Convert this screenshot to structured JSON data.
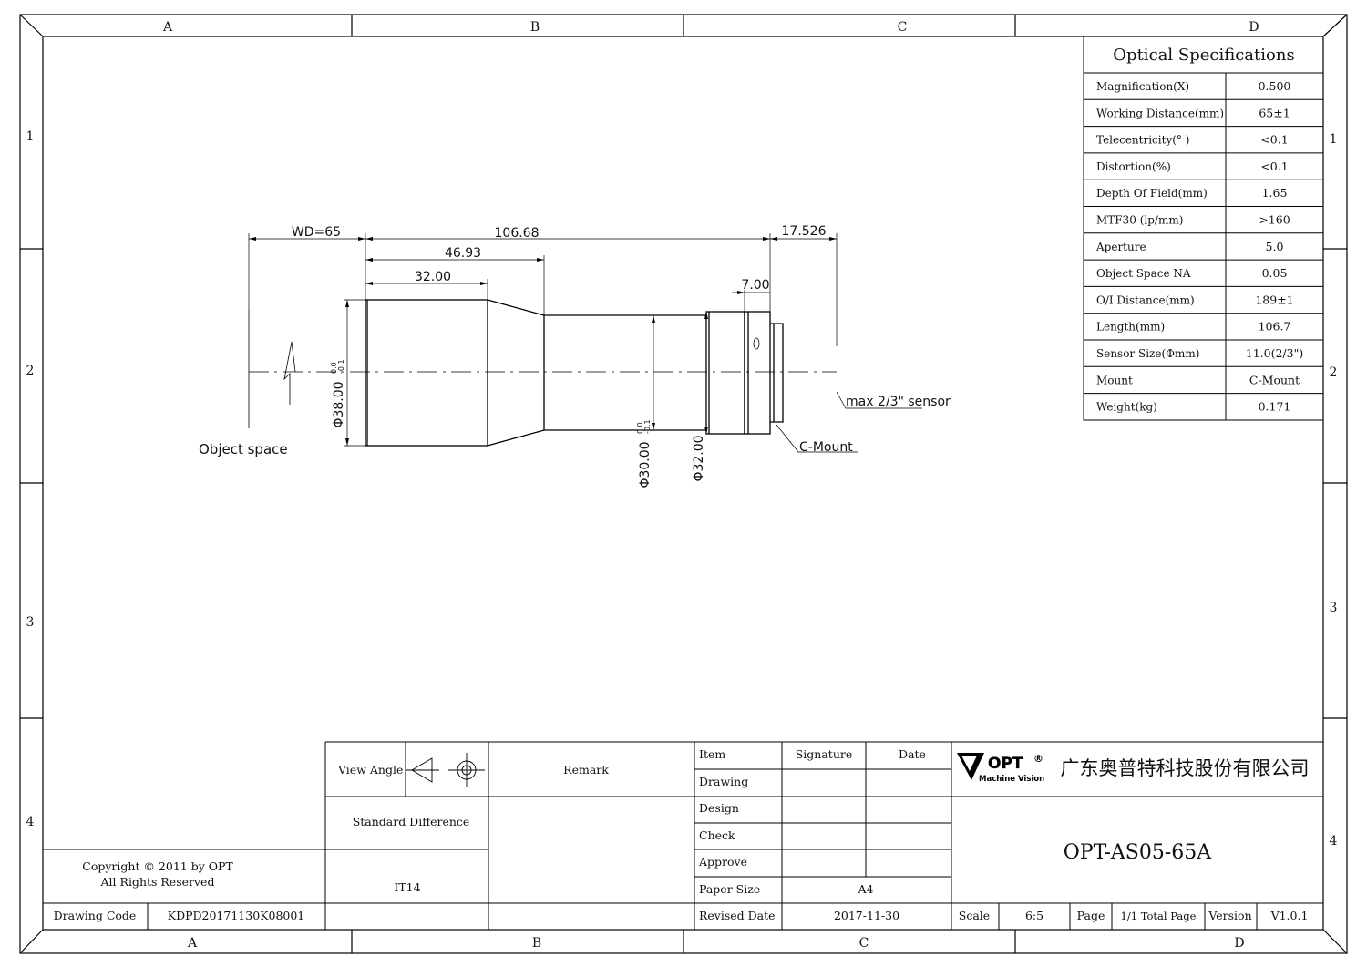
{
  "zones": {
    "columns": [
      "A",
      "B",
      "C",
      "D"
    ],
    "rows": [
      "1",
      "2",
      "3",
      "4"
    ]
  },
  "spec": {
    "title": "Optical Specifications",
    "rows": [
      {
        "label": "Magnification(X)",
        "value": "0.500"
      },
      {
        "label": "Working Distance(mm)",
        "value": "65±1"
      },
      {
        "label": "Telecentricity(° )",
        "value": "<0.1"
      },
      {
        "label": "Distortion(%)",
        "value": "<0.1"
      },
      {
        "label": "Depth Of Field(mm)",
        "value": "1.65"
      },
      {
        "label": "MTF30 (lp/mm)",
        "value": ">160"
      },
      {
        "label": "Aperture",
        "value": "5.0"
      },
      {
        "label": "Object Space NA",
        "value": "0.05"
      },
      {
        "label": "O/I Distance(mm)",
        "value": "189±1"
      },
      {
        "label": "Length(mm)",
        "value": "106.7"
      },
      {
        "label": "Sensor Size(Φmm)",
        "value": "11.0(2/3\")"
      },
      {
        "label": "Mount",
        "value": "C-Mount"
      },
      {
        "label": "Weight(kg)",
        "value": "0.171"
      }
    ]
  },
  "drawing": {
    "dims": {
      "wd": "WD=65",
      "length": "106.68",
      "back": "17.526",
      "d1": "46.93",
      "d2": "32.00",
      "d3": "7.00",
      "dia38": "Φ38.00",
      "dia30": "Φ30.00",
      "dia32": "Φ32.00",
      "tol_upper": "0.0",
      "tol_lower": "-0.1"
    },
    "labels": {
      "object_space": "Object space",
      "sensor": "max 2/3\" sensor",
      "mount": "C-Mount"
    }
  },
  "title_block": {
    "view_angle": "View Angle",
    "remark": "Remark",
    "standard_difference": "Standard Difference",
    "it_grade": "IT14",
    "copyright_line1": "Copyright © 2011 by OPT",
    "copyright_line2": "All Rights Reserved",
    "drawing_code_label": "Drawing Code",
    "drawing_code": "KDPD20171130K08001",
    "item": "Item",
    "signature": "Signature",
    "date": "Date",
    "drawing_row": "Drawing",
    "design_row": "Design",
    "check_row": "Check",
    "approve_row": "Approve",
    "paper_size_label": "Paper Size",
    "paper_size": "A4",
    "revised_date_label": "Revised Date",
    "revised_date": "2017-11-30",
    "scale_label": "Scale",
    "scale": "6:5",
    "page_label": "Page",
    "page": "1/1 Total Page",
    "version_label": "Version",
    "version": "V1.0.1",
    "logo_text": "OPT",
    "logo_reg": "®",
    "logo_sub": "Machine Vision",
    "company": "广东奥普特科技股份有限公司",
    "part_number": "OPT-AS05-65A"
  }
}
